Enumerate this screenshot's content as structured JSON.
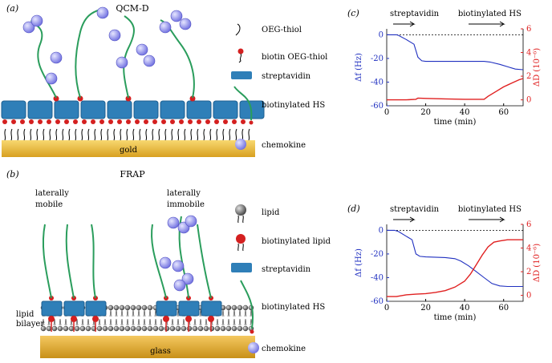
{
  "panel_a": {
    "letter": "(a)",
    "title": "QCM-D",
    "surface_label": "gold",
    "legend": {
      "oeg_thiol": "OEG-thiol",
      "biotin_oeg_thiol": "biotin OEG-thiol",
      "streptavidin": "streptavidin",
      "biotinylated_hs": "biotinylated HS",
      "chemokine": "chemokine"
    }
  },
  "panel_b": {
    "letter": "(b)",
    "title": "FRAP",
    "mobile_label_1": "laterally",
    "mobile_label_2": "mobile",
    "immobile_label_1": "laterally",
    "immobile_label_2": "immobile",
    "bilayer_label_1": "lipid",
    "bilayer_label_2": "bilayer",
    "surface_label": "glass",
    "legend": {
      "lipid": "lipid",
      "biotinylated_lipid": "biotinylated lipid",
      "streptavidin": "streptavidin",
      "biotinylated_hs": "biotinylated HS",
      "chemokine": "chemokine"
    }
  },
  "colors": {
    "streptavidin": "#2f7fb8",
    "hs_chain": "#2a9d5c",
    "chemokine": "#8080e0",
    "biotin": "#d42020",
    "gold": "#f0c040",
    "frequency_trace": "#2030c0",
    "dissipation_trace": "#e02020"
  },
  "chart_data": [
    {
      "type": "line",
      "panel": "(c)",
      "annotations": [
        "streptavidin",
        "biotinylated HS"
      ],
      "xlabel": "time (min)",
      "ylabel_left": "Δf (Hz)",
      "ylabel_right": "ΔD (10⁻⁶)",
      "xlim": [
        0,
        70
      ],
      "ylim_left": [
        -60,
        5
      ],
      "ylim_right": [
        -0.5,
        6
      ],
      "xticks": [
        0,
        20,
        40,
        60
      ],
      "yticks_left": [
        0,
        -20,
        -40,
        -60
      ],
      "yticks_right": [
        0,
        2,
        4,
        6
      ],
      "series": [
        {
          "axis": "left",
          "x": [
            0,
            5,
            6,
            10,
            14,
            16,
            18,
            20,
            30,
            40,
            50,
            53,
            58,
            63,
            66,
            70
          ],
          "y": [
            0,
            0,
            -0.5,
            -4,
            -8,
            -19,
            -22,
            -22.5,
            -22.5,
            -22.5,
            -22.5,
            -23,
            -25,
            -27.5,
            -29,
            -29.5
          ]
        },
        {
          "axis": "right",
          "x": [
            0,
            5,
            10,
            15,
            16,
            20,
            30,
            40,
            50,
            52,
            56,
            60,
            64,
            68,
            70
          ],
          "y": [
            0,
            0,
            0,
            0.05,
            0.15,
            0.12,
            0.08,
            0.05,
            0.05,
            0.3,
            0.7,
            1.1,
            1.4,
            1.7,
            1.8
          ]
        }
      ]
    },
    {
      "type": "line",
      "panel": "(d)",
      "annotations": [
        "streptavidin",
        "biotinylated HS"
      ],
      "xlabel": "time (min)",
      "ylabel_left": "Δf (Hz)",
      "ylabel_right": "ΔD (10⁻⁶)",
      "xlim": [
        0,
        70
      ],
      "ylim_left": [
        -60,
        5
      ],
      "ylim_right": [
        -0.5,
        6
      ],
      "xticks": [
        0,
        20,
        40,
        60
      ],
      "yticks_left": [
        0,
        -20,
        -40,
        -60
      ],
      "yticks_right": [
        0,
        2,
        4,
        6
      ],
      "series": [
        {
          "axis": "left",
          "x": [
            0,
            4,
            6,
            10,
            13,
            15,
            17,
            20,
            30,
            35,
            38,
            42,
            46,
            50,
            54,
            58,
            62,
            70
          ],
          "y": [
            0,
            0,
            -1,
            -5,
            -8,
            -20,
            -22,
            -22.5,
            -23,
            -24,
            -26,
            -30,
            -35,
            -40,
            -45,
            -47,
            -47.5,
            -47.5
          ]
        },
        {
          "axis": "right",
          "x": [
            0,
            5,
            10,
            15,
            20,
            25,
            30,
            35,
            40,
            43,
            46,
            49,
            52,
            55,
            58,
            62,
            66,
            70
          ],
          "y": [
            -0.1,
            -0.1,
            0.05,
            0.1,
            0.15,
            0.25,
            0.4,
            0.7,
            1.2,
            1.8,
            2.6,
            3.4,
            4.1,
            4.5,
            4.6,
            4.7,
            4.7,
            4.7
          ]
        }
      ]
    }
  ]
}
